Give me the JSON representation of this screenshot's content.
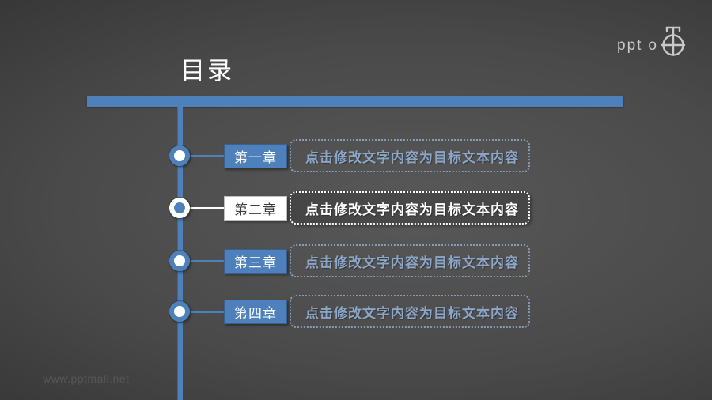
{
  "title": "目录",
  "logo": {
    "text": "ppt",
    "suffix": "o",
    "icon": "crosshair-bomb-icon"
  },
  "watermark": "www.pptmall.net",
  "colors": {
    "accent_blue": "#4E81BC",
    "inactive_text": "#8CA6C8",
    "active_text": "#FFFFFF",
    "background_center": "#565656",
    "background_edge": "#232325"
  },
  "chapters": [
    {
      "label": "第一章",
      "text": "点击修改文字内容为目标文本内容",
      "active": false
    },
    {
      "label": "第二章",
      "text": "点击修改文字内容为目标文本内容",
      "active": true
    },
    {
      "label": "第三章",
      "text": "点击修改文字内容为目标文本内容",
      "active": false
    },
    {
      "label": "第四章",
      "text": "点击修改文字内容为目标文本内容",
      "active": false
    }
  ]
}
